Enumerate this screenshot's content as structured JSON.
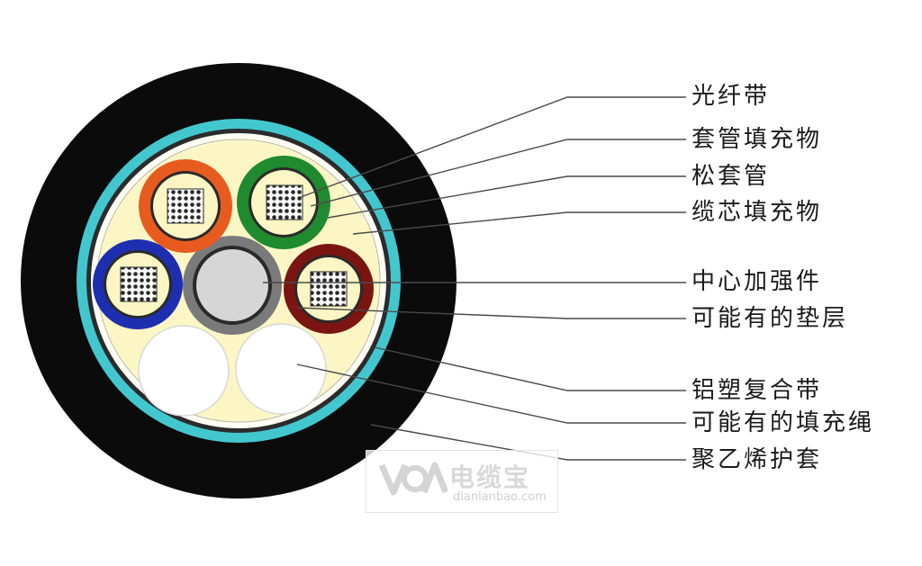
{
  "labels": {
    "fiber_ribbon": "光纤带",
    "tube_filler": "套管填充物",
    "loose_tube": "松套管",
    "cable_core_filler": "缆芯填充物",
    "central_strength_member": "中心加强件",
    "optional_cushion_layer": "可能有的垫层",
    "aluminum_plastic_tape": "铝塑复合带",
    "optional_filler_rope": "可能有的填充绳",
    "pe_sheath": "聚乙烯护套"
  },
  "watermark": {
    "name": "电缆宝",
    "url": "dianlanbao.com"
  },
  "colors": {
    "sheath": "#0b0b0b",
    "tape": "#43c7cf",
    "core_filler": "#fbf6c4",
    "tube_orange": "#e85b1f",
    "tube_green": "#1f8a2e",
    "tube_blue": "#1d2fb0",
    "tube_darkred": "#7a1512",
    "strength_ring": "#7a7a7a",
    "strength_core": "#d6d6d6",
    "filler_rope": "#ffffff",
    "leader_line": "#4a4a4a"
  }
}
